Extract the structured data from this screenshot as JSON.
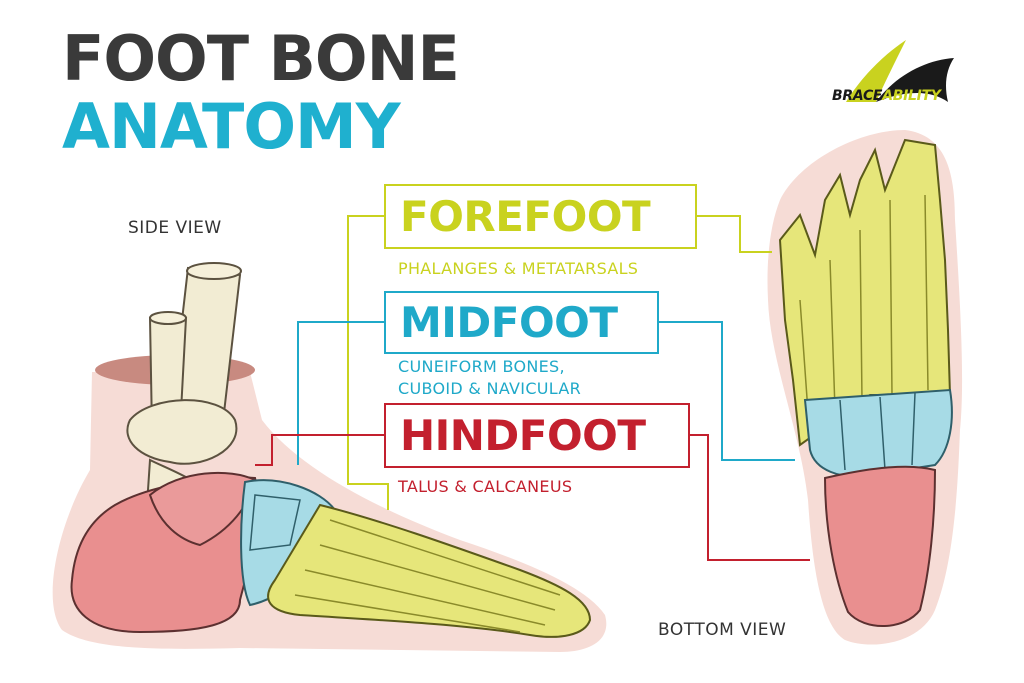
{
  "title": {
    "line1": "FOOT BONE",
    "line2": "ANATOMY"
  },
  "brand": {
    "prefix": "BRACE",
    "suffix": "ABILITY"
  },
  "views": {
    "side": "SIDE VIEW",
    "bottom": "BOTTOM VIEW"
  },
  "regions": {
    "forefoot": {
      "name": "FOREFOOT",
      "description": "PHALANGES & METATARSALS",
      "color": "#c9d21f"
    },
    "midfoot": {
      "name": "MIDFOOT",
      "description_line1": "CUNEIFORM BONES,",
      "description_line2": "CUBOID & NAVICULAR",
      "color": "#1fa9c9"
    },
    "hindfoot": {
      "name": "HINDFOOT",
      "description": "TALUS & CALCANEUS",
      "color": "#c3202e"
    }
  },
  "colors": {
    "title_dark": "#3a3a3a",
    "title_accent": "#1fb0cf",
    "skin": "#f6dcd6",
    "bone_cream": "#f2ecd3",
    "fore_fill": "#e6e67a",
    "mid_fill": "#a7dbe6",
    "hind_fill": "#e98f8f"
  },
  "icons": {
    "logo": "brace-ability-swoosh-icon"
  }
}
